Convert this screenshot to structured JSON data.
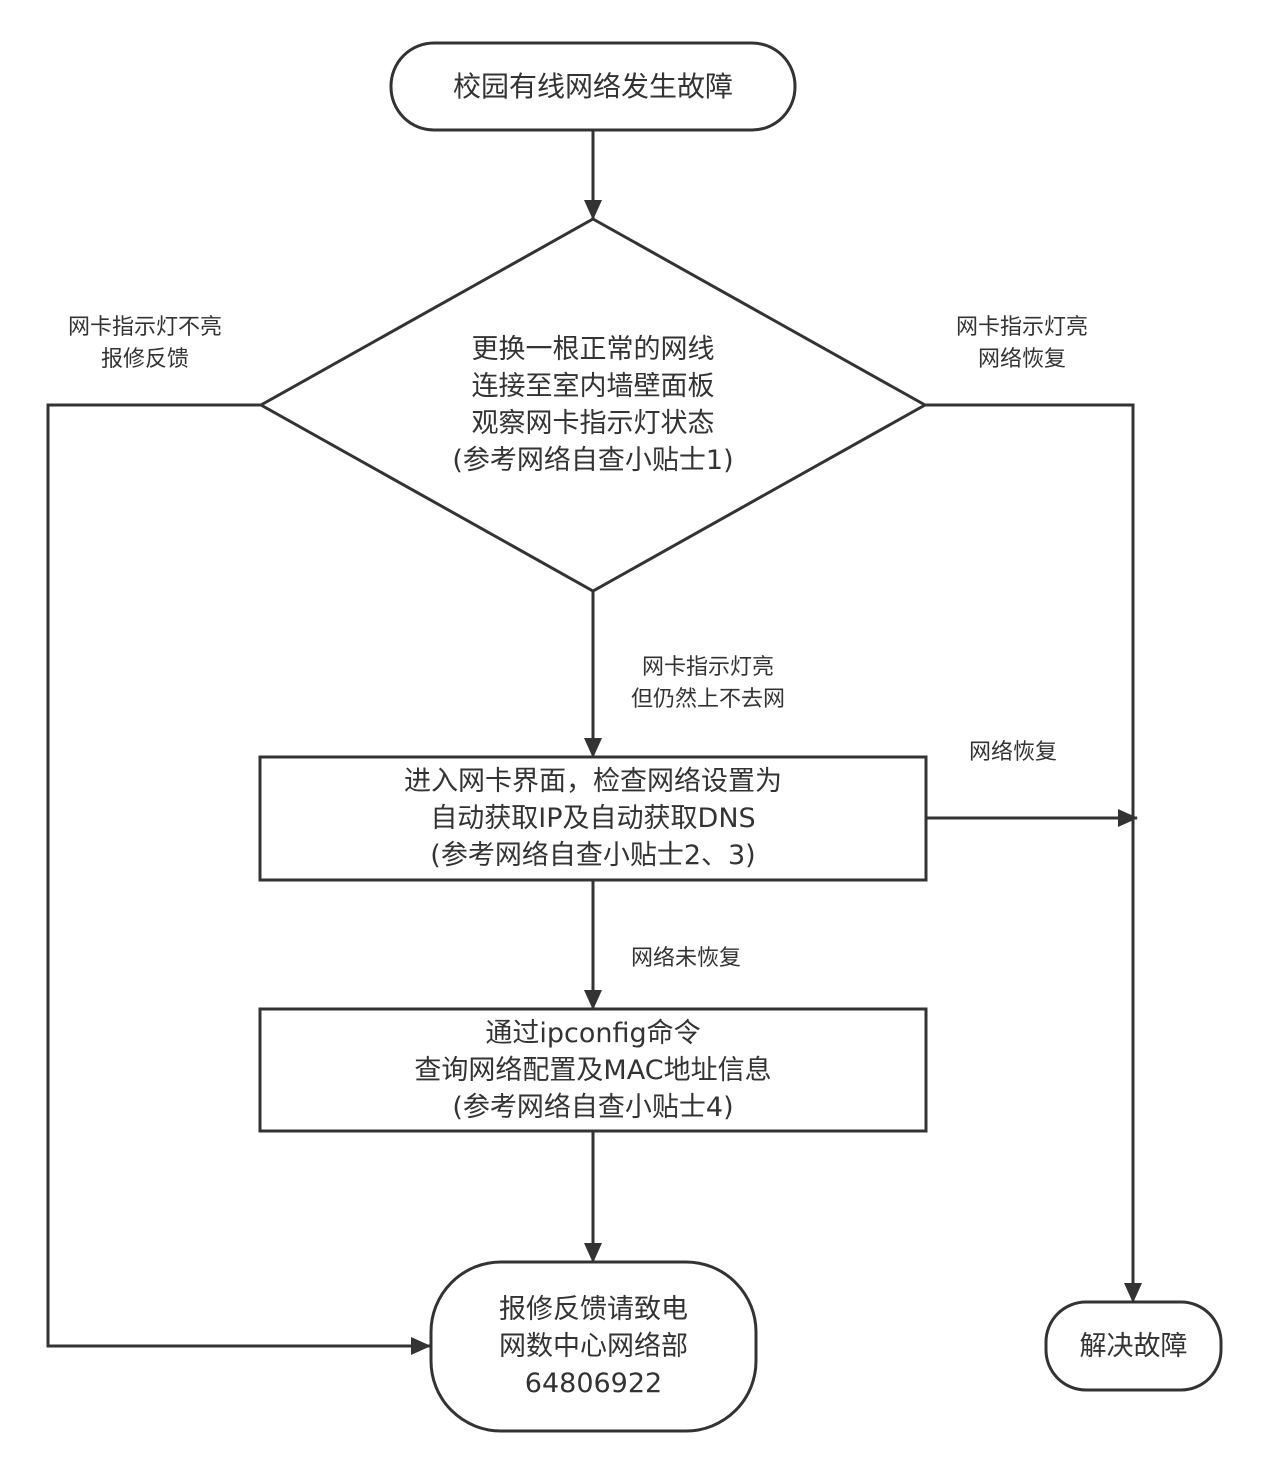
{
  "diagram": {
    "type": "flowchart",
    "colors": {
      "stroke": "#333333",
      "text": "#333333",
      "background": "#ffffff"
    },
    "nodes": {
      "start": {
        "shape": "terminal",
        "lines": [
          "校园有线网络发生故障"
        ]
      },
      "decision": {
        "shape": "diamond",
        "lines": [
          "更换一根正常的网线",
          "连接至室内墙壁面板",
          "观察网卡指示灯状态",
          "(参考网络自查小贴士1)"
        ]
      },
      "check_settings": {
        "shape": "process",
        "lines": [
          "进入网卡界面，检查网络设置为",
          "自动获取IP及自动获取DNS",
          "(参考网络自查小贴士2、3)"
        ]
      },
      "ipconfig": {
        "shape": "process",
        "lines": [
          "通过ipconfig命令",
          "查询网络配置及MAC地址信息",
          "(参考网络自查小贴士4)"
        ]
      },
      "report": {
        "shape": "terminal",
        "lines": [
          "报修反馈请致电",
          "网数中心网络部",
          "64806922"
        ]
      },
      "resolved": {
        "shape": "terminal",
        "lines": [
          "解决故障"
        ]
      }
    },
    "edges": {
      "start_to_decision": {
        "from": "start",
        "to": "decision",
        "label": []
      },
      "decision_left": {
        "from": "decision",
        "to": "report",
        "label": [
          "网卡指示灯不亮",
          "报修反馈"
        ]
      },
      "decision_right": {
        "from": "decision",
        "to": "resolved",
        "label": [
          "网卡指示灯亮",
          "网络恢复"
        ]
      },
      "decision_down": {
        "from": "decision",
        "to": "check_settings",
        "label": [
          "网卡指示灯亮",
          "但仍然上不去网"
        ]
      },
      "check_right": {
        "from": "check_settings",
        "to": "resolved",
        "label": [
          "网络恢复"
        ]
      },
      "check_down": {
        "from": "check_settings",
        "to": "ipconfig",
        "label": [
          "网络未恢复"
        ]
      },
      "ipconfig_down": {
        "from": "ipconfig",
        "to": "report",
        "label": []
      }
    }
  }
}
